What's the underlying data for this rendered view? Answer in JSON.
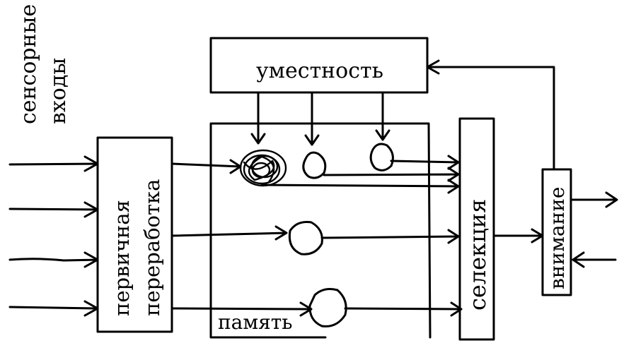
{
  "labels": {
    "sensory_inputs": [
      "сенсорные",
      "входы"
    ],
    "primary_processing": [
      "первичная",
      "переработка"
    ],
    "relevance": "уместность",
    "memory": "память",
    "selection": "селекция",
    "attention": "внимание"
  },
  "colors": {
    "ink": "#000000",
    "background": "#ffffff"
  }
}
